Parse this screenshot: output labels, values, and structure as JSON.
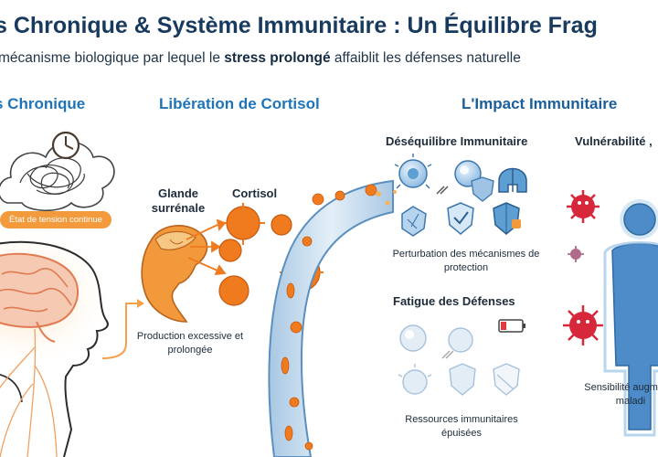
{
  "header": {
    "title": "s Chronique & Système Immunitaire : Un Équilibre Frag",
    "subtitle_pre": "mécanisme biologique par lequel le ",
    "subtitle_bold": "stress prolongé",
    "subtitle_post": " affaiblit les défenses naturelle"
  },
  "sections": {
    "stress": {
      "title": "s Chronique",
      "badge": "État de tension continue"
    },
    "cortisol": {
      "title": "Libération de Cortisol",
      "gland_label": "Glande surrénale",
      "cortisol_label": "Cortisol",
      "caption": "Production excessive et prolongée"
    },
    "impact": {
      "title": "L'Impact Immunitaire",
      "imbalance": {
        "label": "Déséquilibre Immunitaire",
        "caption": "Perturbation des mécanismes de protection"
      },
      "fatigue": {
        "label": "Fatigue des Défenses",
        "caption": "Ressources immunitaires épuisées"
      },
      "vulnerability": {
        "label": "Vulnérabilité ,",
        "caption": "Sensibilité augm aux maladi"
      }
    }
  },
  "icons": [
    "brain-icon",
    "clock-icon",
    "tangled-thoughts-icon",
    "adrenal-gland-icon",
    "cortisol-molecule-icon",
    "blood-vessel-icon",
    "immune-cell-icon",
    "shield-icon",
    "helmet-icon",
    "low-battery-icon",
    "virus-icon",
    "human-silhouette-icon"
  ],
  "colors": {
    "title": "#173a5e",
    "section_blue": "#1f74b8",
    "accent_orange": "#f39a3c",
    "cortisol_orange": "#f07a1e",
    "immune_blue": "#5d9fd3",
    "virus_red": "#d6283a",
    "battery_red": "#e23b3b"
  }
}
